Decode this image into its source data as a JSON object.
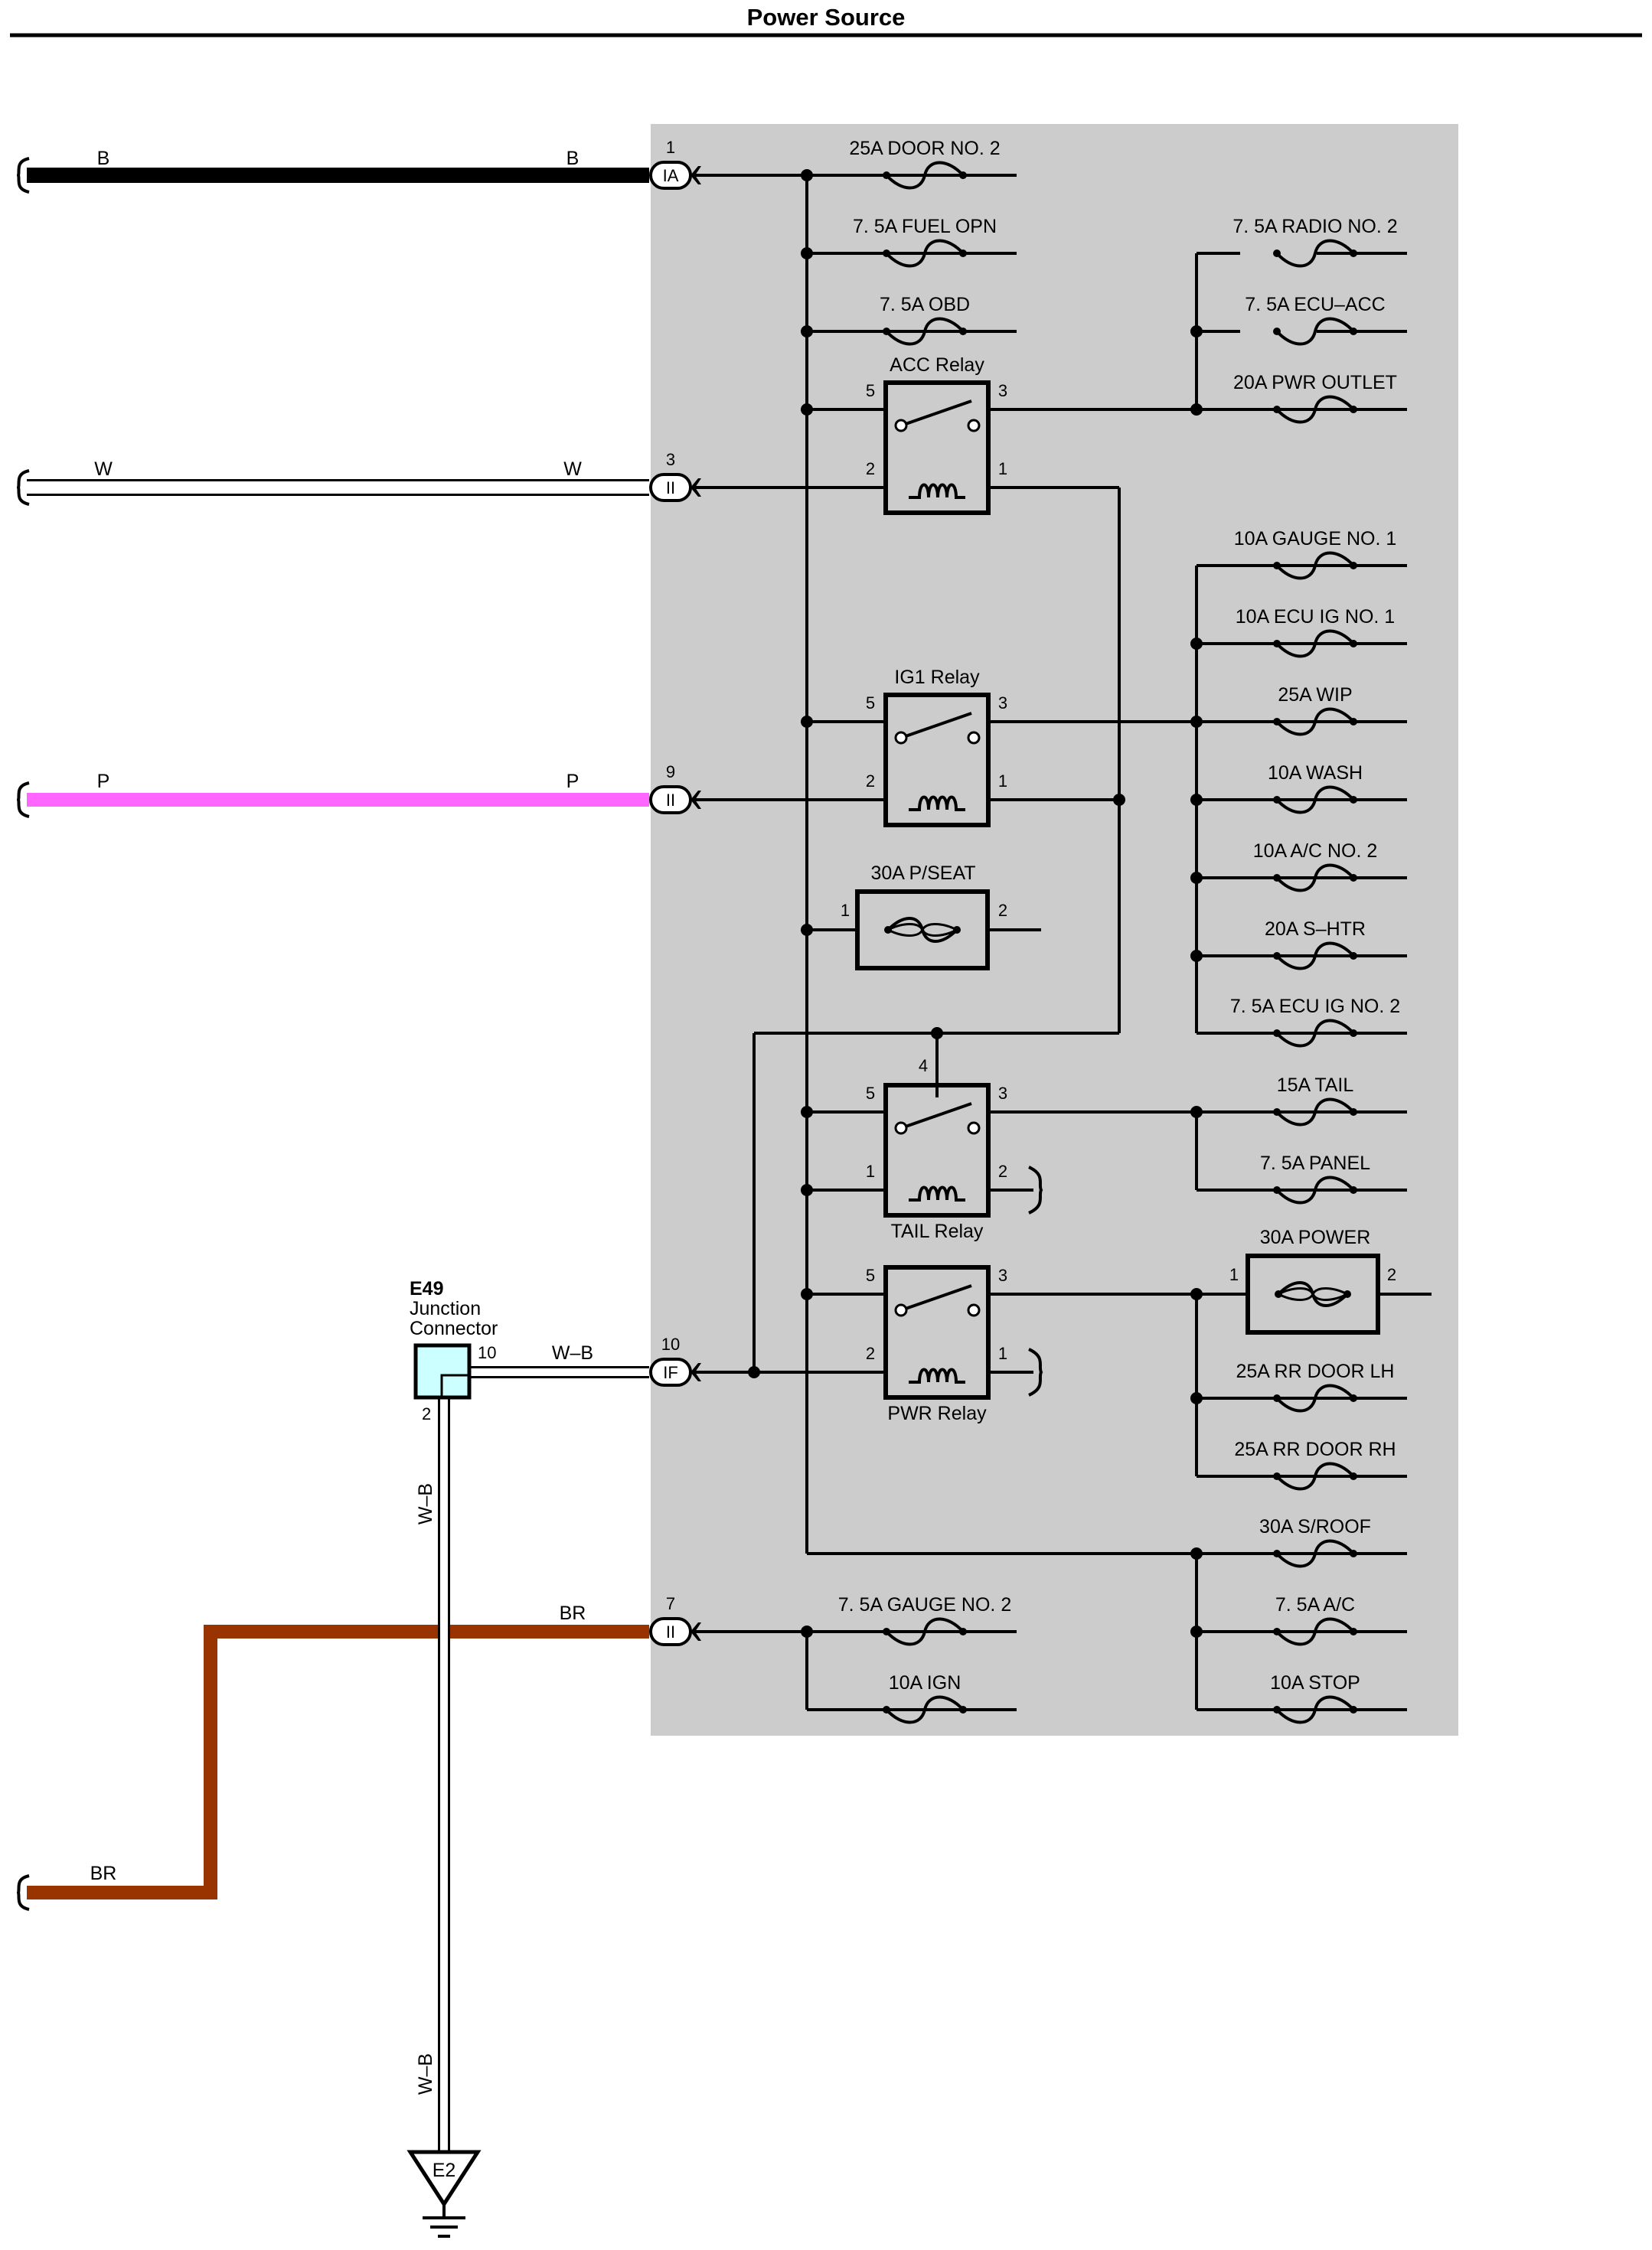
{
  "title": "Power Source",
  "colors": {
    "B": "#000000",
    "W": "#ffffff",
    "P": "#ff66ff",
    "BR": "#993300",
    "panel": "#cccccc",
    "connector": "#ccffff"
  },
  "wires": {
    "B": "B",
    "W": "W",
    "P": "P",
    "BR": "BR",
    "WB": "W–B"
  },
  "pins": {
    "p1": "1",
    "p2": "2",
    "p3": "3",
    "p4": "4",
    "p5": "5",
    "p7": "7",
    "p9": "9",
    "p10": "10"
  },
  "junction_codes": {
    "IA": "IA",
    "II": "II",
    "IF": "IF"
  },
  "fuses_left": {
    "door2": "25A DOOR NO. 2",
    "fuel": "7. 5A FUEL OPN",
    "obd": "7. 5A OBD",
    "gauge2": "7. 5A GAUGE NO. 2",
    "ign": "10A IGN"
  },
  "fuses_right": {
    "radio2": "7. 5A RADIO NO. 2",
    "ecuacc": "7. 5A ECU–ACC",
    "pwroutlet": "20A PWR OUTLET",
    "gauge1": "10A GAUGE NO. 1",
    "ecuig1": "10A ECU IG NO. 1",
    "wip": "25A WIP",
    "wash": "10A WASH",
    "ac2": "10A A/C NO. 2",
    "shtr": "20A S–HTR",
    "ecuig2": "7. 5A ECU IG NO. 2",
    "tail": "15A TAIL",
    "panel": "7. 5A PANEL",
    "power": "30A POWER",
    "rrdoorlh": "25A RR DOOR LH",
    "rrdoorrh": "25A RR DOOR RH",
    "sroof": "30A S/ROOF",
    "ac": "7. 5A A/C",
    "stop": "10A STOP"
  },
  "breaker_pseat": "30A P/SEAT",
  "relays": {
    "acc": "ACC Relay",
    "ig1": "IG1 Relay",
    "tail": "TAIL Relay",
    "pwr": "PWR Relay"
  },
  "connector": {
    "id": "E49",
    "line1": "Junction",
    "line2": "Connector"
  },
  "ground": "E2"
}
